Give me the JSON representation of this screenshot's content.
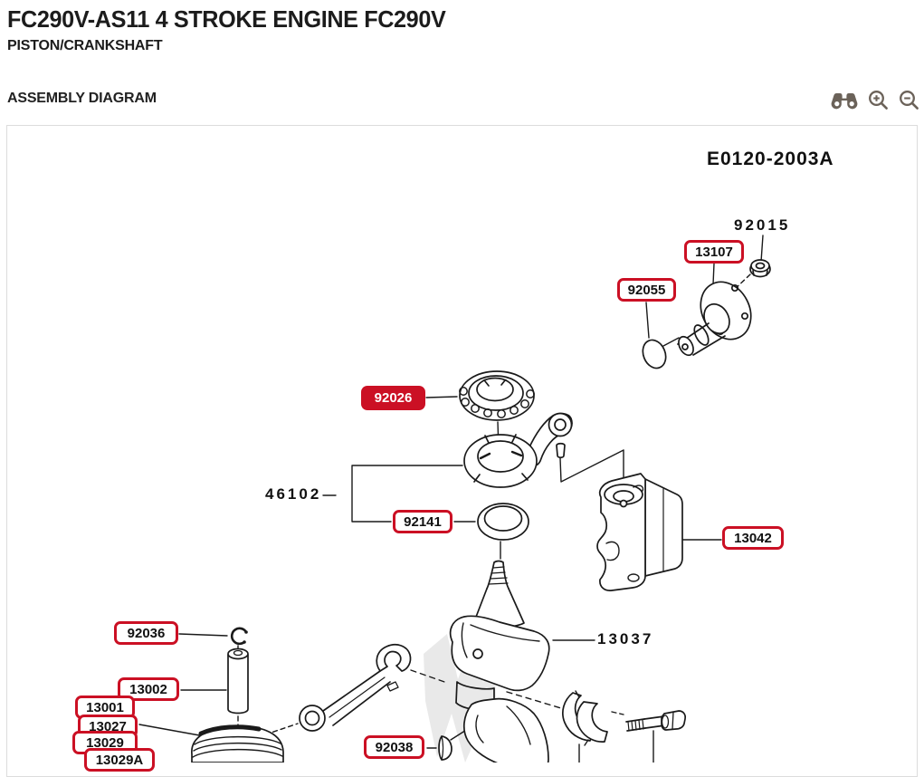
{
  "header": {
    "title": "FC290V-AS11 4 STROKE ENGINE FC290V",
    "subtitle": "PISTON/CRANKSHAFT"
  },
  "section": {
    "title": "ASSEMBLY DIAGRAM"
  },
  "toolbar": {
    "icons": [
      {
        "name": "binoculars"
      },
      {
        "name": "zoom-in"
      },
      {
        "name": "zoom-out"
      }
    ]
  },
  "diagram": {
    "code": "E0120-2003A",
    "selected_part": "92026",
    "plain_labels": [
      {
        "text": "92015"
      },
      {
        "text": "46102"
      },
      {
        "text": "13037"
      }
    ],
    "boxed_labels": [
      {
        "text": "13107",
        "variant": "outlined"
      },
      {
        "text": "92055",
        "variant": "outlined"
      },
      {
        "text": "92026",
        "variant": "solid"
      },
      {
        "text": "92141",
        "variant": "outlined"
      },
      {
        "text": "13042",
        "variant": "outlined"
      },
      {
        "text": "92036",
        "variant": "outlined"
      },
      {
        "text": "13002",
        "variant": "outlined"
      },
      {
        "text": "13001",
        "variant": "outlined"
      },
      {
        "text": "13027",
        "variant": "outlined"
      },
      {
        "text": "13029",
        "variant": "outlined"
      },
      {
        "text": "13029A",
        "variant": "outlined"
      },
      {
        "text": "92038",
        "variant": "outlined"
      }
    ]
  },
  "colors": {
    "accent_red": "#cb1024",
    "icon_gray": "#6b6259",
    "line_color": "#1a1a1a",
    "panel_border": "#dcdcdc"
  }
}
